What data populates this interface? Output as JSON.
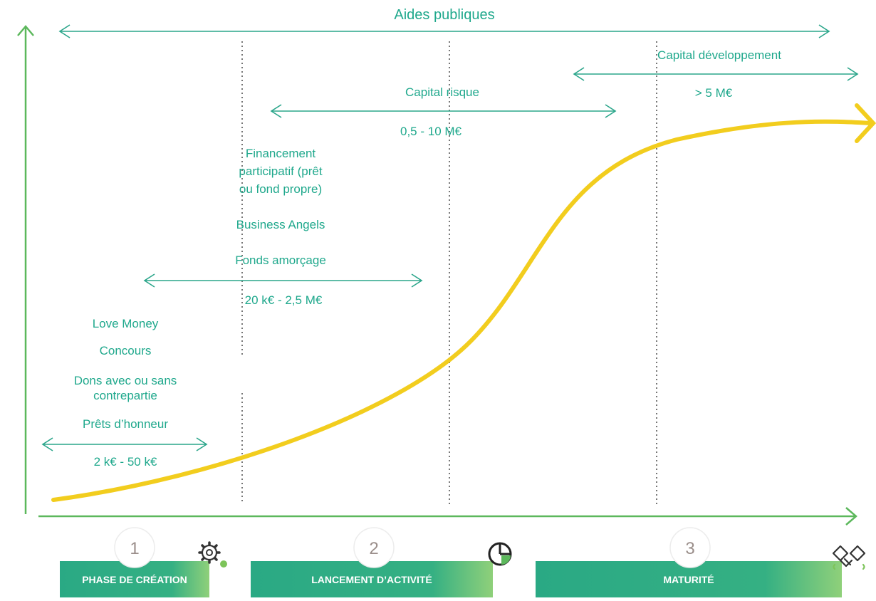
{
  "top_band": {
    "label": "Aides publiques"
  },
  "ranges": [
    {
      "id": "capital-developpement",
      "label": "Capital développement",
      "amount": "> 5 M€"
    },
    {
      "id": "capital-risque",
      "label": "Capital risque",
      "amount": "0,5 - 10 M€"
    },
    {
      "id": "amorcage",
      "amount": "20 k€ - 2,5 M€"
    },
    {
      "id": "honneur",
      "amount": "2 k€ - 50 k€"
    }
  ],
  "sources_mid": [
    "Financement",
    "participatif (prêt",
    "ou fond propre)",
    "Business Angels",
    "Fonds amorçage"
  ],
  "sources_early": [
    "Love Money",
    "Concours",
    "Dons avec ou sans",
    "contrepartie",
    "Prêts d’honneur"
  ],
  "phases": [
    {
      "number": "1",
      "label": "PHASE DE CRÉATION",
      "icon": "gear-icon"
    },
    {
      "number": "2",
      "label": "LANCEMENT D’ACTIVITÉ",
      "icon": "pie-chart-icon"
    },
    {
      "number": "3",
      "label": "MATURITÉ",
      "icon": "handshake-icon"
    }
  ],
  "colors": {
    "accent": "#1fa88c",
    "curve": "#f2cd1e",
    "axis": "#5cb85c",
    "phase_box": "#2faf85",
    "number": "#9a8e8a"
  }
}
